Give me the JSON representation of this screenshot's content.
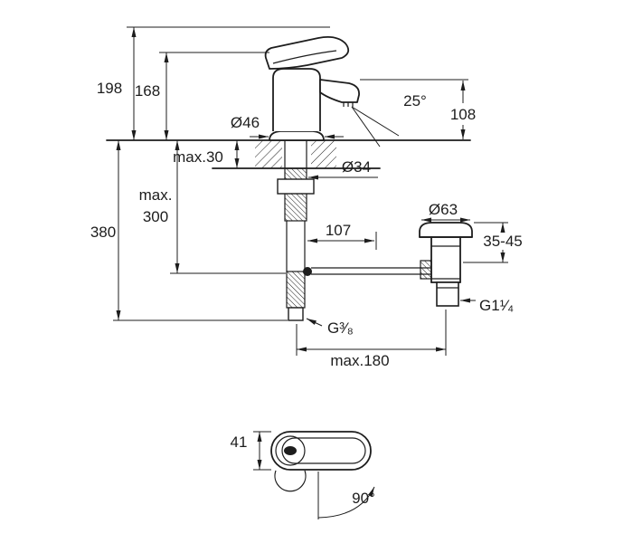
{
  "figure": {
    "type": "technical-drawing",
    "description": "Basin mixer faucet installation dimension drawing, side elevation with pop-up waste and plan view",
    "colors": {
      "line": "#1d1d1d",
      "background": "#ffffff"
    },
    "dims": {
      "overall_height": "198",
      "body_height": "168",
      "total_height": "380",
      "max_word": "max.",
      "max_mount_value": "300",
      "deck_thickness": "max.30",
      "base_diameter": "Ø46",
      "spout_angle": "25°",
      "outlet_height": "108",
      "hole_diameter": "Ø34",
      "center_offset": "107",
      "drain_flange_diameter": "Ø63",
      "drain_depth_range": "35-45",
      "drain_thread": "G1¹⁄₄",
      "supply_thread": "G³⁄₈",
      "max_reach": "max.180",
      "body_width": "41",
      "swivel_angle": "90°"
    }
  }
}
